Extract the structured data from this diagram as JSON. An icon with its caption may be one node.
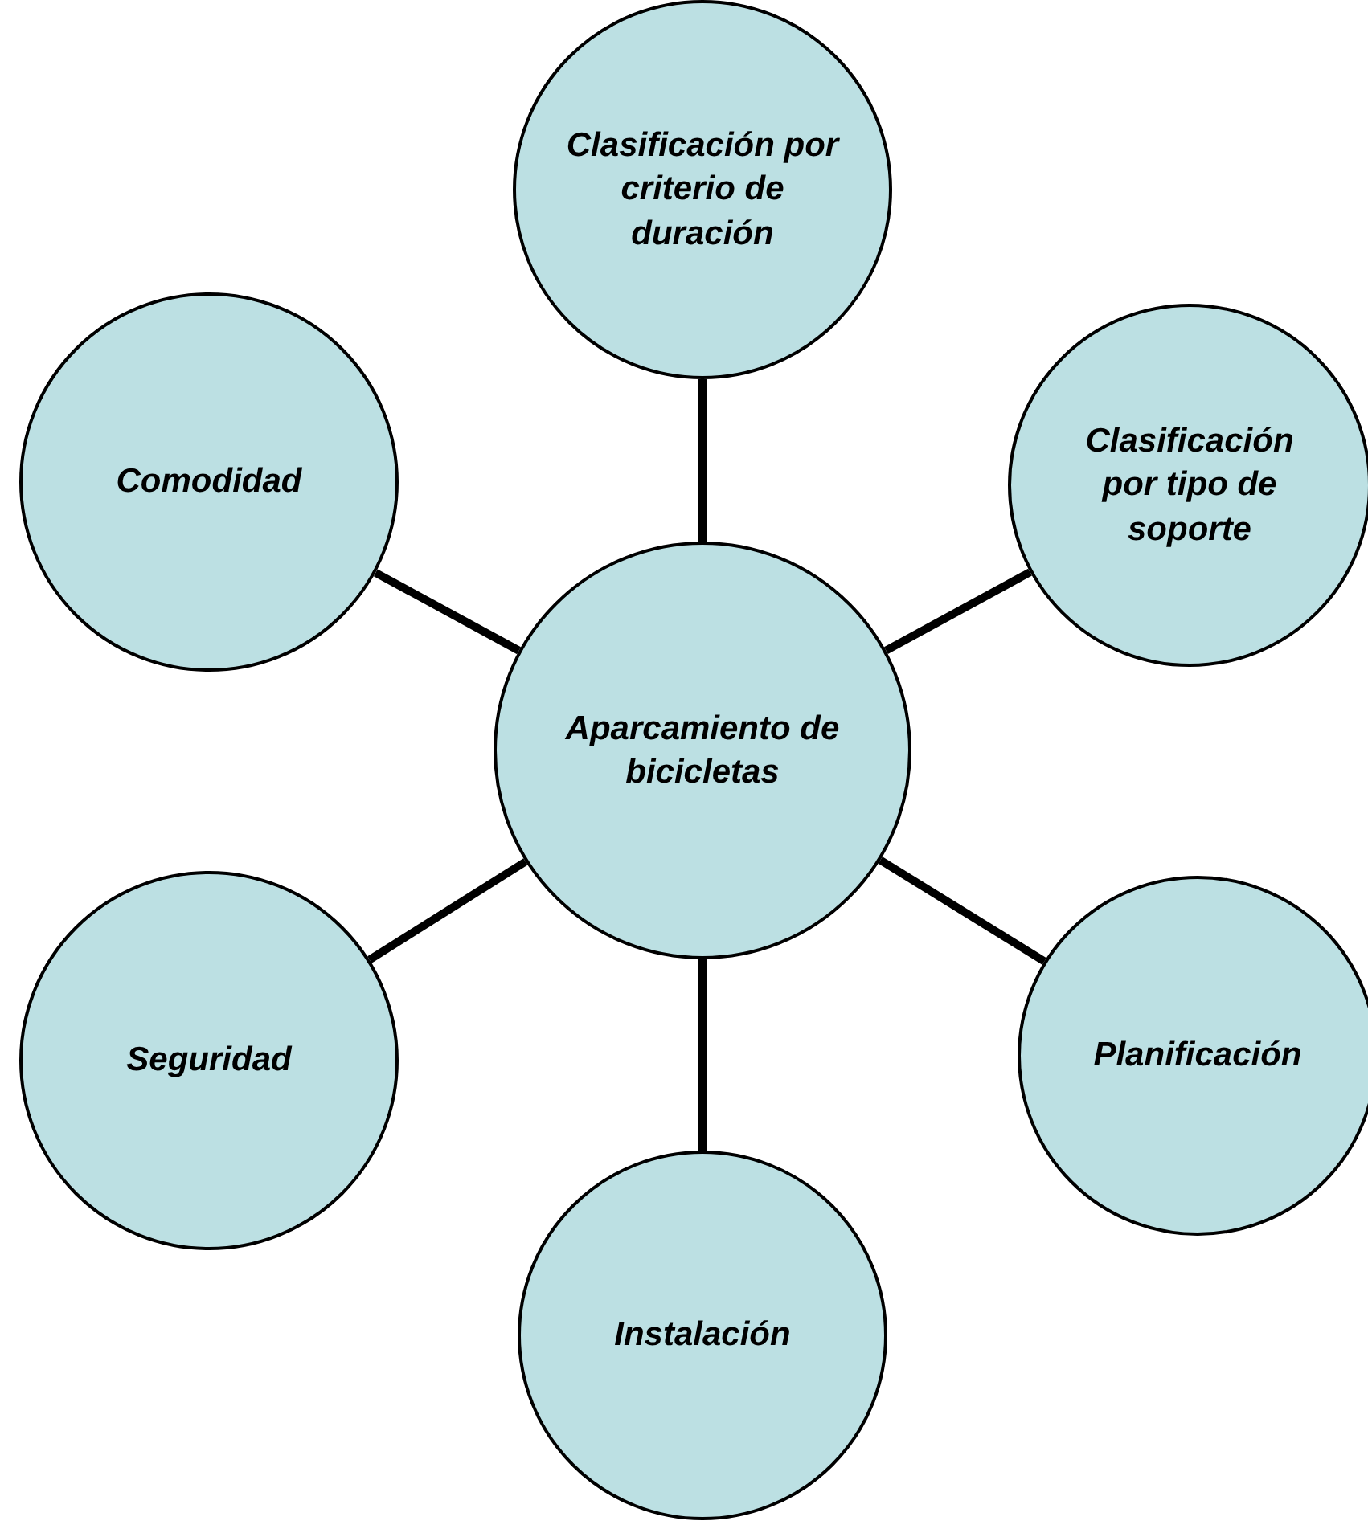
{
  "diagram": {
    "nodes": [
      {
        "text": [
          "Clasificación por criterio de duración"
        ]
      },
      {
        "text": [
          "Comodidad"
        ]
      },
      {
        "text": [
          "Clasificación por tipo de soporte"
        ]
      },
      {
        "text": [
          "Aparcamiento de bicicletas"
        ]
      },
      {
        "text": [
          "Seguridad"
        ]
      },
      {
        "text": [
          "Planificación"
        ]
      },
      {
        "text": [
          "Instalación"
        ]
      }
    ],
    "edges": [
      {
        "from": 3,
        "to": 0,
        "arrow": "none"
      },
      {
        "from": 3,
        "to": 1,
        "arrow": "none"
      },
      {
        "from": 3,
        "to": 2,
        "arrow": "none"
      },
      {
        "from": 3,
        "to": 4,
        "arrow": "none"
      },
      {
        "from": 3,
        "to": 5,
        "arrow": "none"
      },
      {
        "from": 3,
        "to": 6,
        "arrow": "none"
      }
    ]
  }
}
